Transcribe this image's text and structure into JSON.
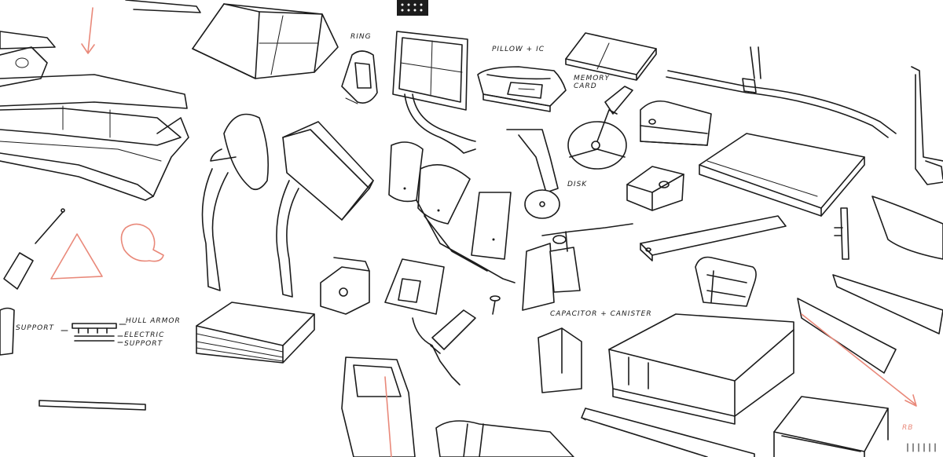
{
  "labels": {
    "ring": "Ring",
    "pillow_ic": "Pillow + ic",
    "memory_card": "Memory card",
    "disk": "Disk",
    "support": "Support",
    "hull_armor": "Hull armor",
    "electric": "Electric",
    "support_layer": "Support",
    "capacitor_canister": "Capacitor + canister",
    "signature": "RB"
  },
  "colors": {
    "ink": "#1c1c1c",
    "accent_red": "#e9897a",
    "paper": "#ffffff"
  }
}
